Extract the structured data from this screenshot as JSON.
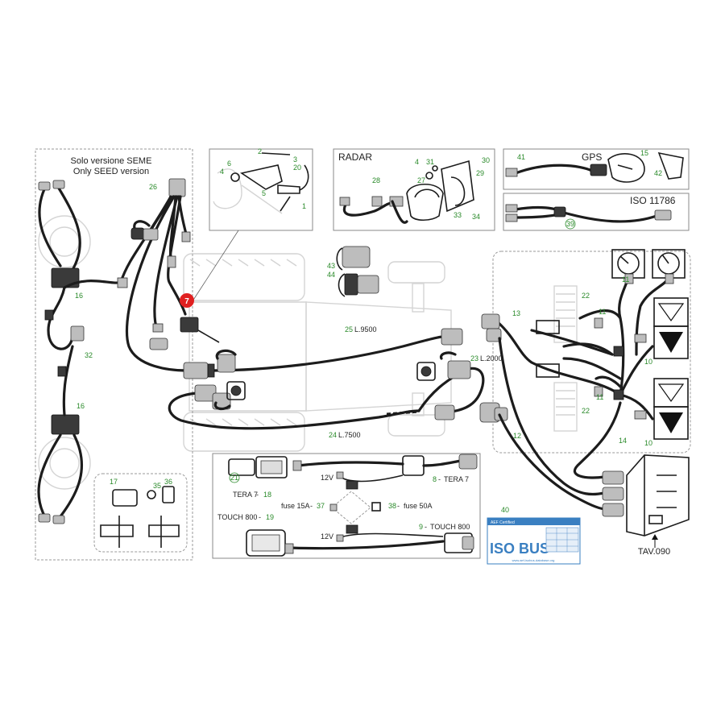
{
  "diagram": {
    "seed_box": {
      "title_it": "Solo versione SEME",
      "title_en": "Only SEED version"
    },
    "radar_box": {
      "title": "RADAR"
    },
    "gps_box": {
      "title": "GPS"
    },
    "iso_box": {
      "title": "ISO 11786"
    },
    "callout_badge": "7",
    "table_ref": "TAV.090",
    "isobus_logo": {
      "word": "ISO BUS",
      "header": "AEF Certified",
      "url": "www.aef-isobus-database.org"
    },
    "captions": {
      "tera7": "TERA 7",
      "touch800": "TOUCH 800",
      "fuse15": "fuse 15A",
      "fuse50": "fuse 50A",
      "v12a": "12V",
      "v12b": "12V",
      "l9500": "L.9500",
      "l2000": "L.2000",
      "l7500": "L.7500",
      "cable8": "TERA 7",
      "cable9": "TOUCH 800"
    },
    "part_numbers": {
      "p1": "1",
      "p2": "2",
      "p3": "3",
      "p4a": "4",
      "p4b": "4",
      "p5": "5",
      "p6": "6",
      "p8": "8",
      "p9": "9",
      "p10a": "10",
      "p10b": "10",
      "p11a": "11",
      "p11b": "11",
      "p11c": "11",
      "p12": "12",
      "p13": "13",
      "p14": "14",
      "p15": "15",
      "p16a": "16",
      "p16b": "16",
      "p17": "17",
      "p18": "18",
      "p19": "19",
      "p20": "20",
      "p21": "21",
      "p22a": "22",
      "p22b": "22",
      "p23": "23",
      "p24": "24",
      "p25": "25",
      "p26": "26",
      "p27": "27",
      "p28": "28",
      "p29": "29",
      "p30": "30",
      "p31": "31",
      "p32": "32",
      "p33": "33",
      "p34": "34",
      "p35": "35",
      "p36": "36",
      "p37": "37",
      "p38": "38",
      "p39": "39",
      "p40": "40",
      "p41": "41",
      "p42": "42",
      "p43": "43",
      "p44": "44"
    }
  }
}
